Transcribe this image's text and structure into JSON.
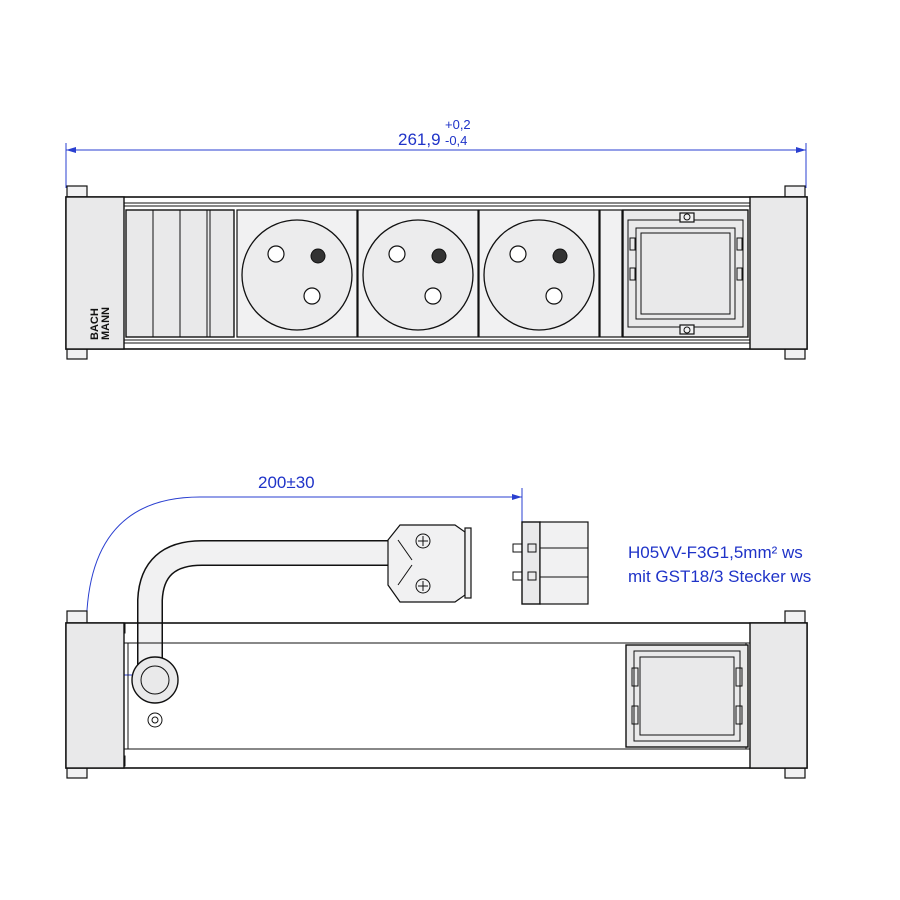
{
  "top_view": {
    "dimension_main": "261,9",
    "tolerance_upper": "+0,2",
    "tolerance_lower": "-0,4",
    "logo_line1": "BACH",
    "logo_line2": "MANN",
    "socket_count": 3
  },
  "side_view": {
    "cable_length_dim": "200±30",
    "cable_spec_line1": "H05VV-F3G1,5mm² ws",
    "cable_spec_line2": "mit GST18/3  Stecker ws"
  },
  "colors": {
    "dimension_blue": "#1f33c8",
    "line": "#111111",
    "fill_gray": "#e9e9ea"
  }
}
